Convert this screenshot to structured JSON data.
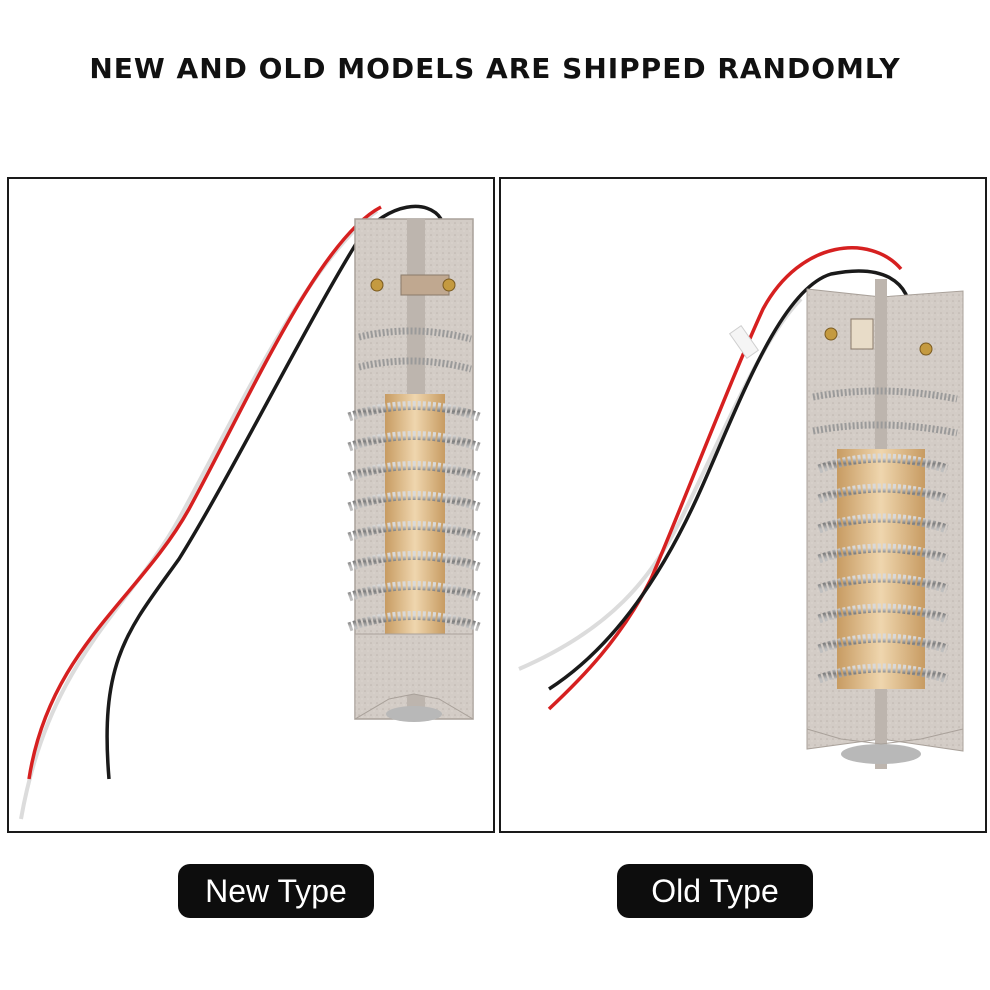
{
  "headline": "NEW AND OLD MODELS ARE SHIPPED RANDOMLY",
  "labels": {
    "new_type": "New Type",
    "old_type": "Old Type"
  },
  "colors": {
    "mica": "#cfc8c2",
    "coil": "#8f8f8f",
    "core": "#d8b98a",
    "wire_red": "#d62020",
    "wire_black": "#1a1a1a",
    "wire_white": "#e8e8e8"
  }
}
